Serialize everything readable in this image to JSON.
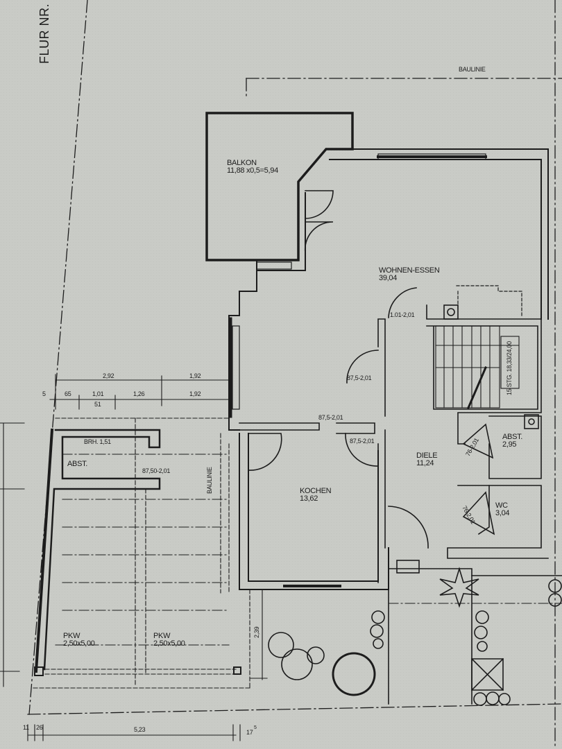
{
  "plan": {
    "flur_label": "FLUR NR.",
    "baulinie_top": "BAULINIE",
    "baulinie_side": "BAULINIE",
    "colors": {
      "paper": "#c9cbc6",
      "ink": "#1c1c1c"
    }
  },
  "rooms": [
    {
      "name": "BALKON",
      "area": "11,88 x0,5=5,94"
    },
    {
      "name": "WOHNEN-ESSEN",
      "area": "39,04"
    },
    {
      "name": "KOCHEN",
      "area": "13,62"
    },
    {
      "name": "DIELE",
      "area": "11,24"
    },
    {
      "name": "ABST.",
      "area": "2,95"
    },
    {
      "name": "WC",
      "area": "3,04"
    },
    {
      "name": "ABST.",
      "area": ""
    },
    {
      "name": "PKW",
      "area": "2,50x5,00"
    },
    {
      "name": "PKW",
      "area": "2,50x5,00"
    }
  ],
  "doors": [
    {
      "label": "1.01-2,01"
    },
    {
      "label": "87,5-2,01"
    },
    {
      "label": "87,5-2,01"
    },
    {
      "label": "87,5-2,01"
    },
    {
      "label": "76-2,01"
    },
    {
      "label": "76-2,01"
    },
    {
      "label": "87,50-2,01"
    }
  ],
  "stairs": {
    "label": "15 STG. 18,33/24,00"
  },
  "window_note": "BRH. 1,51",
  "dimensions": {
    "top_row1": [
      "2,92",
      "1,92"
    ],
    "top_row2": [
      "5",
      "65",
      "1,01",
      "51",
      "1,26",
      "1,92"
    ],
    "bottom_row": [
      "11",
      "26",
      "5,23",
      "17",
      "5"
    ],
    "vertical": "2,39"
  }
}
